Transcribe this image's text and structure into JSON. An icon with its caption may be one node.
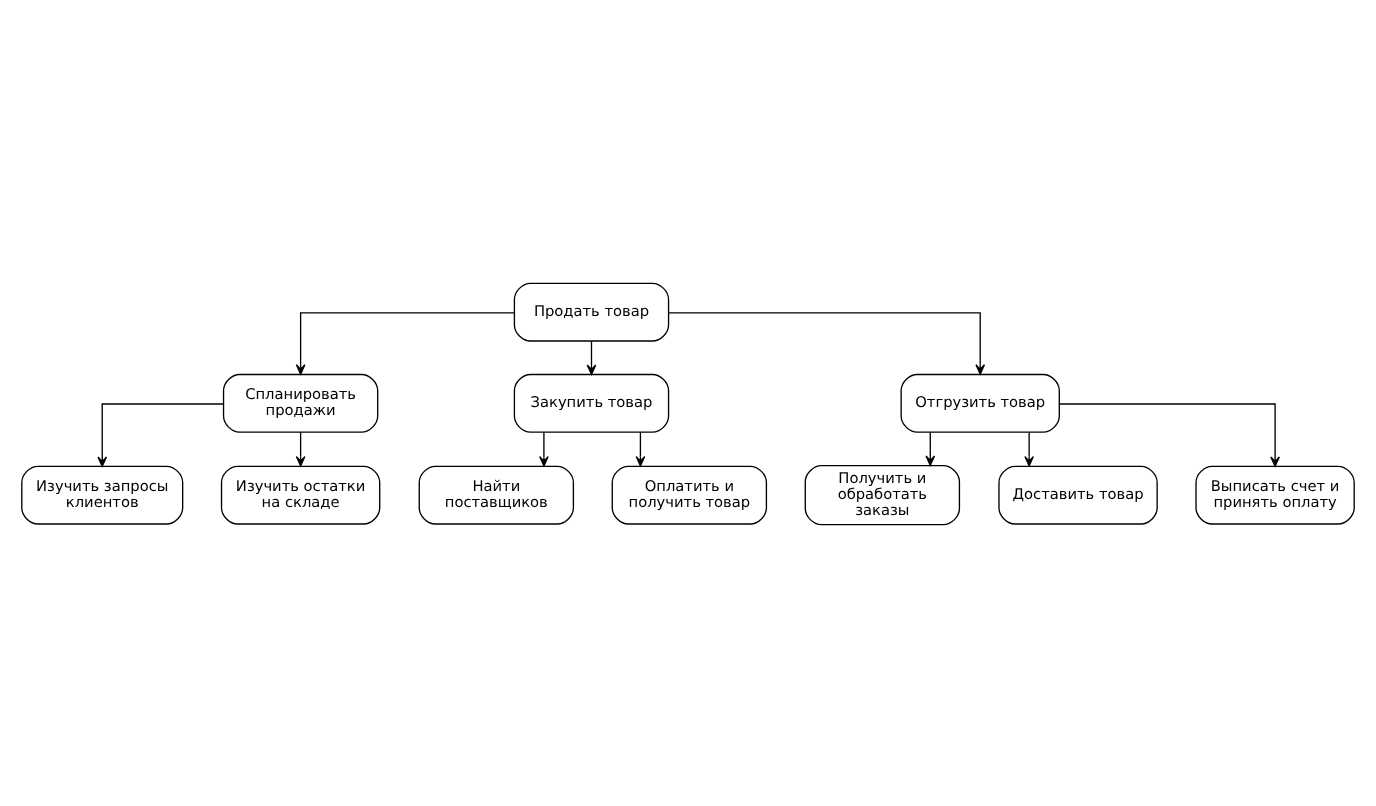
{
  "diagram": {
    "nodes": [
      {
        "text": [
          "Продать товар"
        ]
      },
      {
        "text": [
          "Спланировать продажи"
        ]
      },
      {
        "text": [
          "Закупить товар"
        ]
      },
      {
        "text": [
          "Отгрузить товар"
        ]
      },
      {
        "text": [
          "Изучить запросы клиентов"
        ]
      },
      {
        "text": [
          "Изучить остатки на складе"
        ]
      },
      {
        "text": [
          "Найти поставщиков"
        ]
      },
      {
        "text": [
          "Оплатить и получить товар"
        ]
      },
      {
        "text": [
          "Получить и обработать заказы"
        ]
      },
      {
        "text": [
          "Доставить товар"
        ]
      },
      {
        "text": [
          "Выписать счет и принять оплату"
        ]
      }
    ],
    "edges": [
      {
        "from": 0,
        "to": 1,
        "arrow": "to"
      },
      {
        "from": 0,
        "to": 2,
        "arrow": "to"
      },
      {
        "from": 0,
        "to": 3,
        "arrow": "to"
      },
      {
        "from": 1,
        "to": 4,
        "arrow": "to"
      },
      {
        "from": 1,
        "to": 5,
        "arrow": "to"
      },
      {
        "from": 2,
        "to": 6,
        "arrow": "to"
      },
      {
        "from": 2,
        "to": 7,
        "arrow": "to"
      },
      {
        "from": 3,
        "to": 8,
        "arrow": "to"
      },
      {
        "from": 3,
        "to": 9,
        "arrow": "to"
      },
      {
        "from": 3,
        "to": 10,
        "arrow": "to"
      }
    ]
  }
}
